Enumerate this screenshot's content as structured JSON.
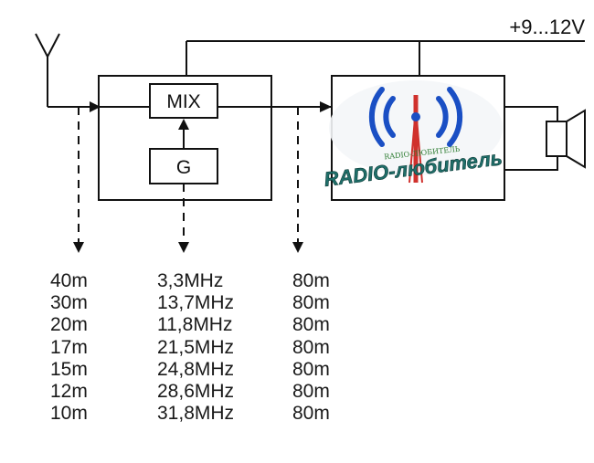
{
  "supply_label": "+9...12V",
  "mixer_label": "MIX",
  "generator_label": "G",
  "logo": {
    "text_main": "RADIO-любитель",
    "text_small": "RADIO-ЛЮБИТЕЛЬ",
    "colors": {
      "blue": "#1a4fc4",
      "red": "#d0312d",
      "green": "#2e7d32",
      "teal": "#1f6f6a"
    }
  },
  "columns": {
    "band": [
      "40m",
      "30m",
      "20m",
      "17m",
      "15m",
      "12m",
      "10m"
    ],
    "lo_freq": [
      "3,3MHz",
      "13,7MHz",
      "11,8MHz",
      "21,5MHz",
      "24,8MHz",
      "28,6MHz",
      "31,8MHz"
    ],
    "if_band": [
      "80m",
      "80m",
      "80m",
      "80m",
      "80m",
      "80m",
      "80m"
    ]
  }
}
